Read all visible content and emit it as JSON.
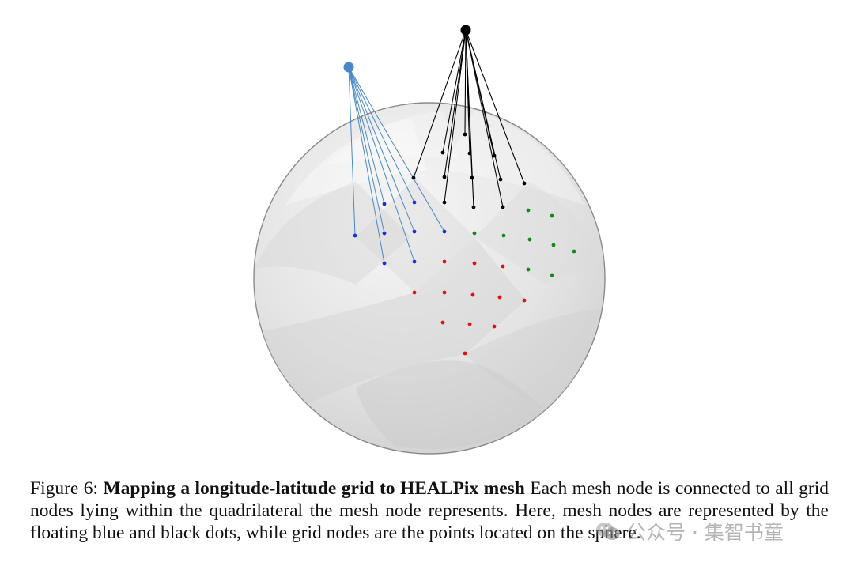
{
  "caption": {
    "prefix": "Figure 6:",
    "title": "Mapping a longitude-latitude grid to HEALPix mesh",
    "body": "Each mesh node is connected to all grid nodes lying within the quadrilateral the mesh node represents. Here, mesh nodes are represented by the floating blue and black dots, while grid nodes are the points located on the sphere."
  },
  "watermark": {
    "text": "公众号 · 集智书童",
    "icon": "wechat-icon"
  },
  "colors": {
    "blue_mesh": "#4a88c7",
    "blue_grid": "#1a2fd6",
    "black": "#000000",
    "red_grid": "#e01010",
    "green_grid": "#138a13",
    "sphere_fill": "#e6e6e6",
    "sphere_edge": "#8a8a8a"
  }
}
